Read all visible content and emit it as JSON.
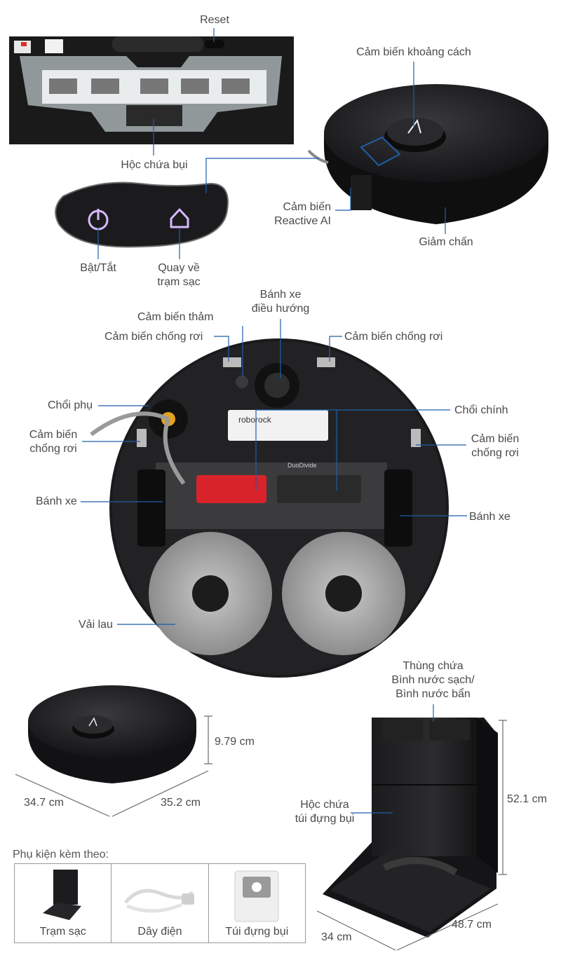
{
  "top": {
    "reset": "Reset",
    "dust_box": "Hộc chứa bụi",
    "distance_sensor": "Cảm biến khoảng cách",
    "reactive_ai": [
      "Cảm biến",
      "Reactive AI"
    ],
    "bumper": "Giảm chấn",
    "power": "Bật/Tắt",
    "dock_return": [
      "Quay về",
      "trạm sạc"
    ]
  },
  "bottom": {
    "nav_wheel": [
      "Bánh xe",
      "điều hướng"
    ],
    "carpet_sensor": "Cảm biến thảm",
    "cliff_left": "Cảm biến chống rơi",
    "cliff_right": "Cảm biến chống rơi",
    "side_brush": "Chổi phụ",
    "main_brush": "Chổi chính",
    "cliff_mid_left": [
      "Cảm biến",
      "chống rơi"
    ],
    "cliff_mid_right": [
      "Cảm biến",
      "chống rơi"
    ],
    "wheel_left": "Bánh xe",
    "wheel_right": "Bánh xe",
    "mop": "Vải lau",
    "brand": "roborock",
    "duodivide": "DuoDivide"
  },
  "dimensions": {
    "robot_height": "9.79 cm",
    "robot_depth": "34.7 cm",
    "robot_width": "35.2 cm",
    "station_height": "52.1 cm",
    "station_depth": "34 cm",
    "station_width": "48.7 cm",
    "water_tank": [
      "Thùng chứa",
      "Bình nước sạch/",
      "Bình nước bẩn"
    ],
    "dust_bag_box": [
      "Hộc chứa",
      "túi đựng bụi"
    ]
  },
  "accessories": {
    "title": "Phụ kiện kèm theo:",
    "items": [
      "Trạm sạc",
      "Dây điện",
      "Túi đựng bụi"
    ]
  }
}
